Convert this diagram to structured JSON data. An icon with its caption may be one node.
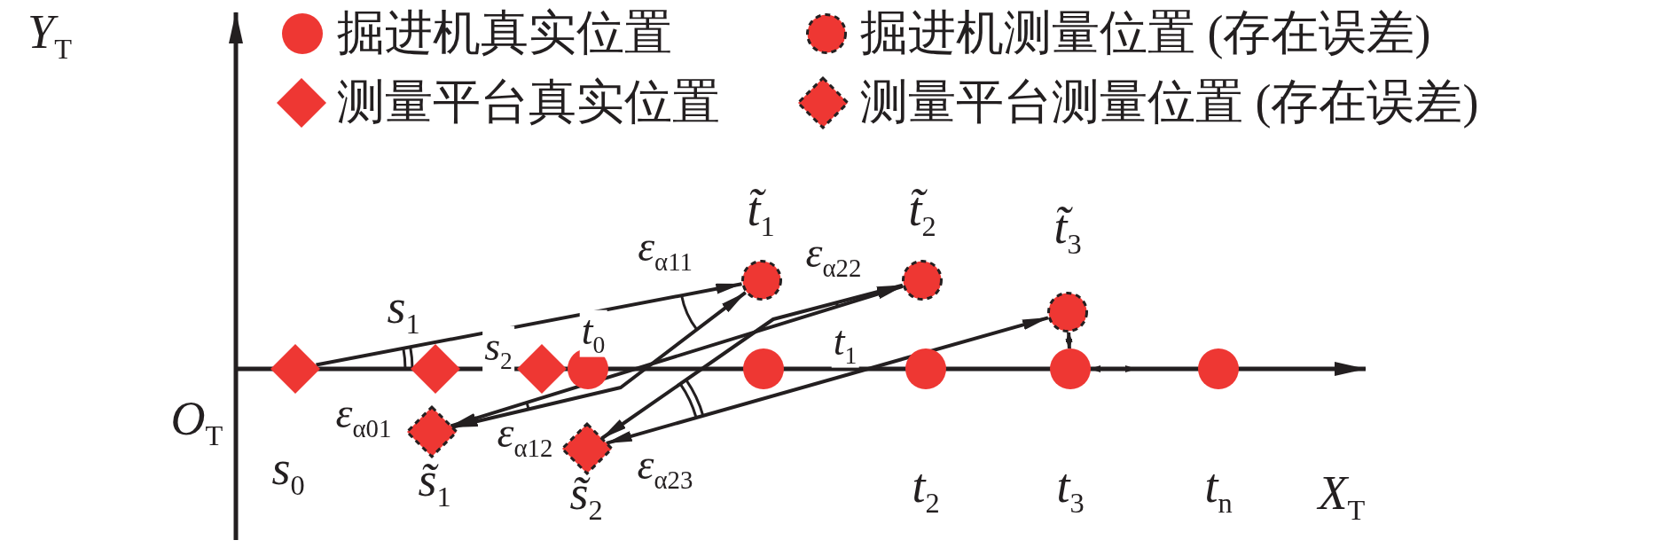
{
  "diagram": {
    "nodes": [
      {
        "text": [],
        "shape": "diamond",
        "beside": [
          "*s*$_{0}$"
        ]
      },
      {
        "text": [],
        "shape": "diamond",
        "beside": [
          "*s*$_{1}$"
        ]
      },
      {
        "text": [],
        "shape": "diamond",
        "beside": [
          "*s*$_{2}$"
        ]
      },
      {
        "text": [],
        "shape": "circle",
        "beside": [
          "*t*$_{0}$"
        ]
      },
      {
        "text": [],
        "shape": "circle",
        "beside": [
          "*t*$_{1}$"
        ]
      },
      {
        "text": [],
        "shape": "circle",
        "beside": [
          "*t*$_{2}$"
        ]
      },
      {
        "text": [],
        "shape": "circle",
        "beside": [
          "*t*$_{3}$"
        ]
      },
      {
        "text": [],
        "shape": "circle",
        "beside": [
          "*t*$_{n}$"
        ]
      },
      {
        "text": [],
        "shape": "circle",
        "beside": [
          "*t̃*$_{1}$"
        ]
      },
      {
        "text": [],
        "shape": "circle",
        "beside": [
          "*t̃*$_{2}$"
        ]
      },
      {
        "text": [],
        "shape": "circle",
        "beside": [
          "*t̃*$_{3}$"
        ]
      },
      {
        "text": [],
        "shape": "diamond",
        "beside": [
          "*s̃*$_{1}$"
        ]
      },
      {
        "text": [],
        "shape": "diamond",
        "beside": [
          "*s̃*$_{2}$"
        ]
      }
    ],
    "edges": [
      {
        "from": 0,
        "to": 8,
        "arrow": "to"
      },
      {
        "from": 11,
        "to": 8,
        "arrow": "both"
      },
      {
        "from": 11,
        "to": 9,
        "arrow": "both"
      },
      {
        "from": 12,
        "to": 9,
        "arrow": "both"
      },
      {
        "from": 12,
        "to": 10,
        "arrow": "both"
      },
      {
        "from": 6,
        "to": 10,
        "arrow": "both"
      },
      {
        "from": 6,
        "to": null,
        "arrow": "both"
      }
    ],
    "labels": [
      "*Y*$_{T}$",
      "*ε*$_{α11}$",
      "*ε*$_{α22}$",
      "*O*$_{T}$",
      "*ε*$_{α01}$",
      "*ε*$_{α12}$",
      "*ε*$_{α23}$",
      "*X*$_{T}$"
    ],
    "legend": [
      {
        "text": "掘进机真实位置"
      },
      {
        "text": "掘进机测量位置 (存在误差)"
      },
      {
        "text": "测量平台真实位置"
      },
      {
        "text": "测量平台测量位置 (存在误差)"
      }
    ]
  }
}
